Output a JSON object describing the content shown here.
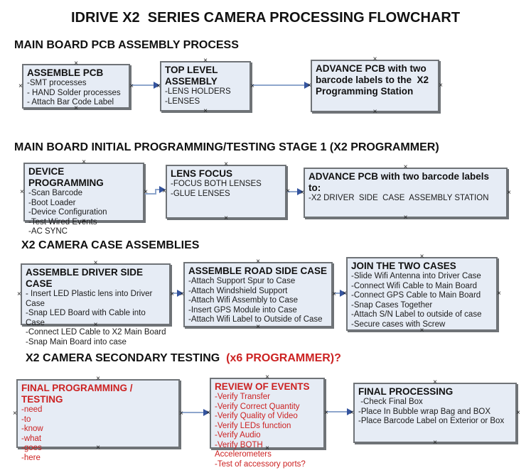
{
  "title": "IDRIVE X2  SERIES CAMERA PROCESSING FLOWCHART",
  "colors": {
    "box_fill": "#e6ecf5",
    "box_border": "#6f7377",
    "arrow_shaft": "#8ea6cc",
    "arrow_head": "#34549e",
    "red_text": "#cc2222",
    "black_text": "#111111"
  },
  "icons": {
    "connection_handle": "×"
  },
  "sections": [
    {
      "heading": "MAIN BOARD PCB ASSEMBLY PROCESS",
      "heading_suffix": "",
      "boxes": [
        {
          "title": "ASSEMBLE PCB",
          "items": [
            "-SMT processes",
            "- HAND Solder processes",
            "- Attach Bar Code Label"
          ]
        },
        {
          "title": "TOP LEVEL ASSEMBLY",
          "items": [
            "-LENS HOLDERS",
            "-LENSES"
          ]
        },
        {
          "title": "ADVANCE PCB with two barcode labels to the  X2 Programming Station",
          "items": []
        }
      ]
    },
    {
      "heading": "MAIN BOARD INITIAL PROGRAMMING/TESTING STAGE 1 (X2 PROGRAMMER)",
      "heading_suffix": "",
      "boxes": [
        {
          "title": "DEVICE PROGRAMMING",
          "items": [
            "-Scan Barcode",
            "-Boot Loader",
            "-Device Configuration",
            "-Test Wired Events",
            "-AC SYNC"
          ]
        },
        {
          "title": "LENS FOCUS",
          "items": [
            "-FOCUS BOTH LENSES",
            "-GLUE LENSES"
          ]
        },
        {
          "title": "ADVANCE PCB with two barcode labels to:",
          "items": [
            "-X2 DRIVER  SIDE  CASE  ASSEMBLY STATION"
          ]
        }
      ]
    },
    {
      "heading": "X2 CAMERA CASE ASSEMBLIES",
      "heading_suffix": "",
      "boxes": [
        {
          "title": "ASSEMBLE DRIVER SIDE CASE",
          "items": [
            "- Insert LED Plastic lens into Driver Case",
            "-Snap LED Board with Cable into Case",
            "-Connect LED Cable to X2 Main Board",
            "-Snap Main Board into case"
          ]
        },
        {
          "title": "ASSEMBLE ROAD SIDE CASE",
          "items": [
            "-Attach Support Spur to Case",
            "-Attach Windshield Support",
            "-Attach Wifi Assembly to Case",
            "-Insert GPS Module into Case",
            "-Attach Wifi Label to Outside of Case"
          ]
        },
        {
          "title": "JOIN THE TWO CASES",
          "items": [
            "-Slide Wifi Antenna into Driver Case",
            "-Connect Wifi Cable to Main Board",
            "-Connect GPS Cable to Main Board",
            "-Snap Cases Together",
            "-Attach S/N Label to outside of case",
            "-Secure cases with Screw"
          ]
        }
      ]
    },
    {
      "heading": "X2 CAMERA SECONDARY TESTING ",
      "heading_suffix": " (x6 PROGRAMMER)?",
      "boxes": [
        {
          "title": "FINAL PROGRAMMING / TESTING",
          "items": [
            "-need",
            "-to",
            "-know",
            "-what",
            "-goes",
            "-here"
          ]
        },
        {
          "title": "REVIEW OF EVENTS",
          "items": [
            "-Verify Transfer",
            "-Verify Correct Quantity",
            "-Verify Quality of Video",
            "-Verify LEDs function",
            "-Verify Audio",
            "-Verify BOTH Accelerometers",
            "-Test of accessory ports?"
          ]
        },
        {
          "title": "FINAL PROCESSING",
          "items": [
            " -Check Final Box",
            "-Place In Bubble wrap Bag and BOX",
            "-Place Barcode Label on Exterior or Box"
          ]
        }
      ]
    }
  ]
}
